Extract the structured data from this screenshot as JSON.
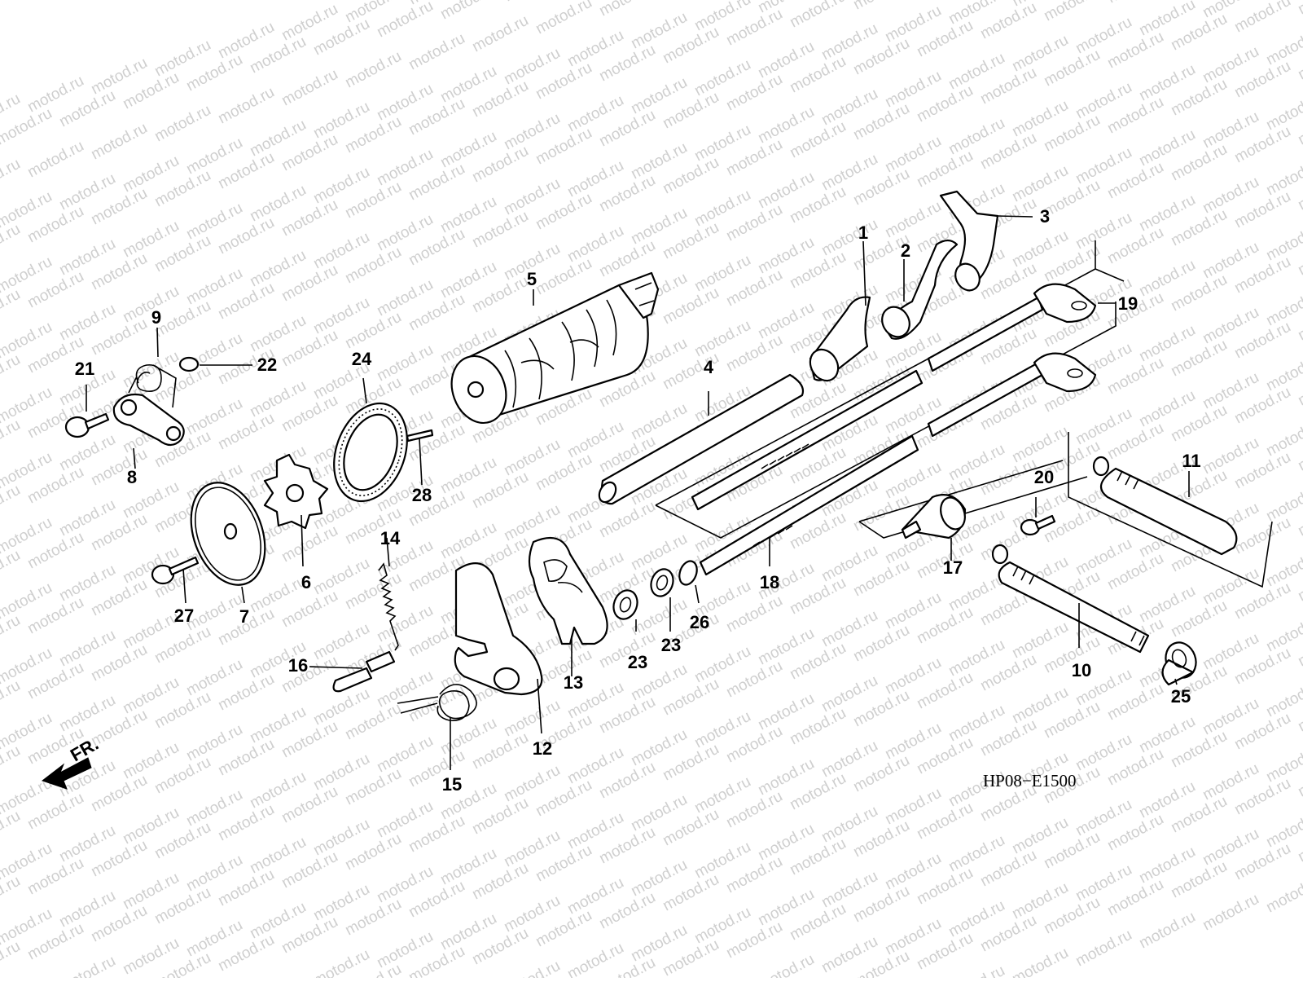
{
  "watermark": "motod.ru",
  "diagram_code": "HP08−E1500",
  "direction_label": "FR.",
  "callouts": [
    "1",
    "2",
    "3",
    "4",
    "5",
    "6",
    "7",
    "8",
    "9",
    "10",
    "11",
    "12",
    "13",
    "14",
    "15",
    "16",
    "17",
    "18",
    "19",
    "20",
    "21",
    "22",
    "23",
    "23",
    "24",
    "25",
    "26",
    "27",
    "28"
  ]
}
